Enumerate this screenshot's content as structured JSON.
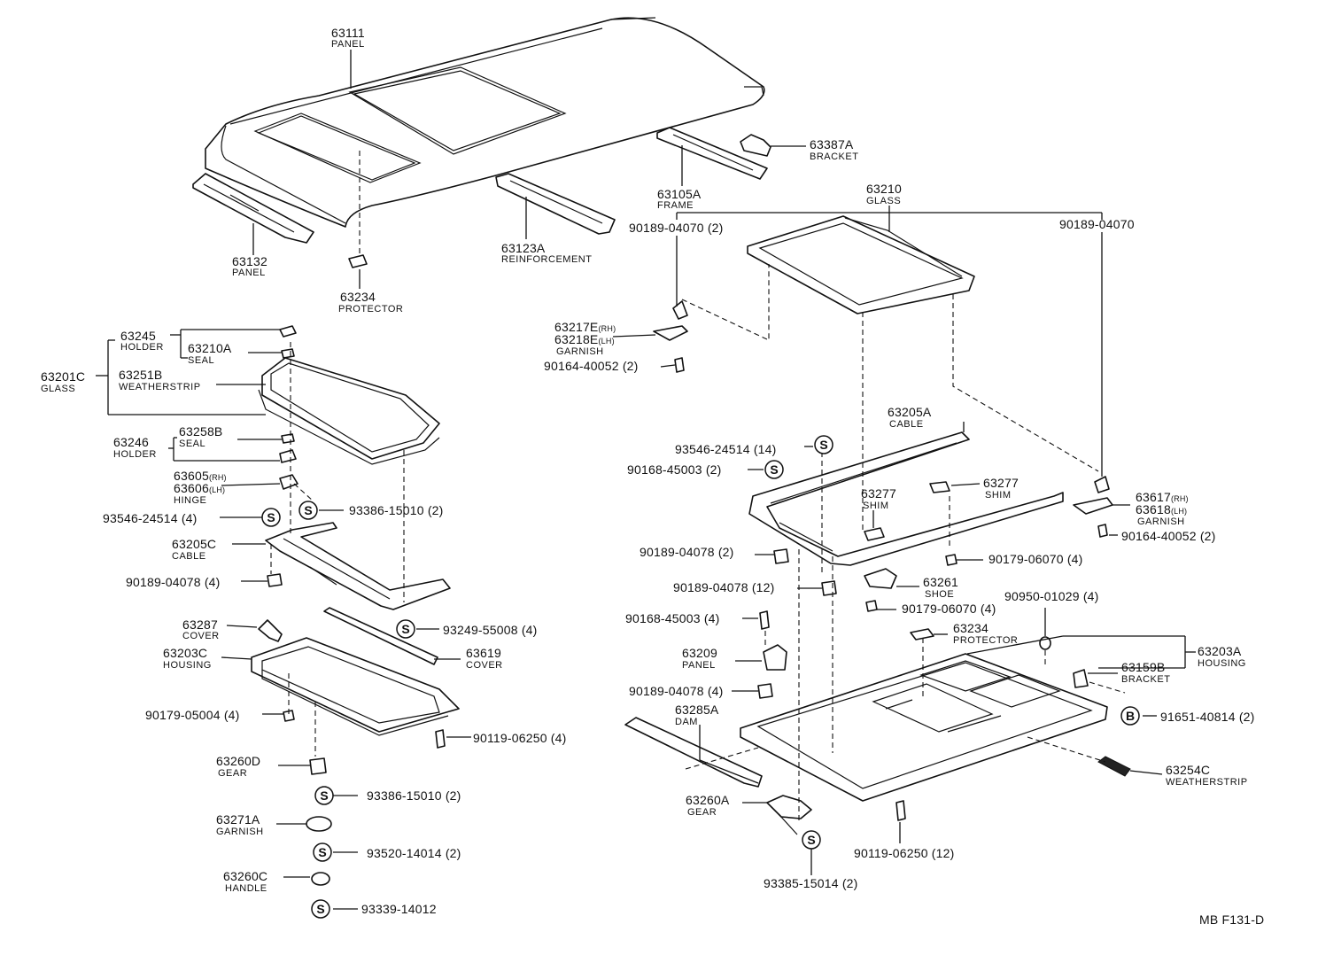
{
  "diagram_code": "MB F131-D",
  "symbols": {
    "s": "S",
    "b": "B"
  },
  "parts": {
    "p63111": {
      "num": "63111",
      "name": "PANEL"
    },
    "p63387A": {
      "num": "63387A",
      "name": "BRACKET"
    },
    "p63105A": {
      "num": "63105A",
      "name": "FRAME"
    },
    "p63132": {
      "num": "63132",
      "name": "PANEL"
    },
    "p63123A": {
      "num": "63123A",
      "name": "REINFORCEMENT"
    },
    "p63234a": {
      "num": "63234",
      "name": "PROTECTOR"
    },
    "p63210": {
      "num": "63210",
      "name": "GLASS"
    },
    "p90189_04070a": {
      "num": "90189-04070 (2)"
    },
    "p90189_04070b": {
      "num": "90189-04070"
    },
    "p63217E": {
      "num": "63217E",
      "suffix": "(RH)"
    },
    "p63218E": {
      "num": "63218E",
      "suffix": "(LH)",
      "name": "GARNISH"
    },
    "p90164_40052a": {
      "num": "90164-40052 (2)"
    },
    "p63245": {
      "num": "63245",
      "name": "HOLDER"
    },
    "p63210A": {
      "num": "63210A",
      "name": "SEAL"
    },
    "p63201C": {
      "num": "63201C",
      "name": "GLASS"
    },
    "p63251B": {
      "num": "63251B",
      "name": "WEATHERSTRIP"
    },
    "p63246": {
      "num": "63246",
      "name": "HOLDER"
    },
    "p63258B": {
      "num": "63258B",
      "name": "SEAL"
    },
    "p63605": {
      "num": "63605",
      "suffix": "(RH)"
    },
    "p63606": {
      "num": "63606",
      "suffix": "(LH)",
      "name": "HINGE"
    },
    "p93386_15010a": {
      "num": "93386-15010 (2)"
    },
    "p93546_24514a": {
      "num": "93546-24514 (4)"
    },
    "p63205C": {
      "num": "63205C",
      "name": "CABLE"
    },
    "p90189_04078a": {
      "num": "90189-04078 (4)"
    },
    "p93249": {
      "num": "93249-55008 (4)"
    },
    "p63287": {
      "num": "63287",
      "name": "COVER"
    },
    "p63619": {
      "num": "63619",
      "name": "COVER"
    },
    "p63203C": {
      "num": "63203C",
      "name": "HOUSING"
    },
    "p90179_05004": {
      "num": "90179-05004 (4)"
    },
    "p90119_06250a": {
      "num": "90119-06250 (4)"
    },
    "p63260D": {
      "num": "63260D",
      "name": "GEAR"
    },
    "p93386_15010b": {
      "num": "93386-15010 (2)"
    },
    "p63271A": {
      "num": "63271A",
      "name": "GARNISH"
    },
    "p93520": {
      "num": "93520-14014 (2)"
    },
    "p63260C": {
      "num": "63260C",
      "name": "HANDLE"
    },
    "p93339": {
      "num": "93339-14012"
    },
    "p63205A": {
      "num": "63205A",
      "name": "CABLE"
    },
    "p93546_24514b": {
      "num": "93546-24514 (14)"
    },
    "p90168_45003a": {
      "num": "90168-45003 (2)"
    },
    "p63277a": {
      "num": "63277",
      "name": "SHIM"
    },
    "p63277b": {
      "num": "63277",
      "name": "SHIM"
    },
    "p63617": {
      "num": "63617",
      "suffix": "(RH)"
    },
    "p63618": {
      "num": "63618",
      "suffix": "(LH)",
      "name": "GARNISH"
    },
    "p90164_40052b": {
      "num": "90164-40052 (2)"
    },
    "p90189_04078b": {
      "num": "90189-04078 (2)"
    },
    "p90179_06070a": {
      "num": "90179-06070 (4)"
    },
    "p90189_04078c": {
      "num": "90189-04078 (12)"
    },
    "p63261": {
      "num": "63261",
      "name": "SHOE"
    },
    "p90179_06070b": {
      "num": "90179-06070 (4)"
    },
    "p90950": {
      "num": "90950-01029 (4)"
    },
    "p90168_45003b": {
      "num": "90168-45003 (4)"
    },
    "p63234b": {
      "num": "63234",
      "name": "PROTECTOR"
    },
    "p63203A": {
      "num": "63203A",
      "name": "HOUSING"
    },
    "p63209": {
      "num": "63209",
      "name": "PANEL"
    },
    "p63159B": {
      "num": "63159B",
      "name": "BRACKET"
    },
    "p90189_04078d": {
      "num": "90189-04078 (4)"
    },
    "p91651": {
      "num": "91651-40814 (2)"
    },
    "p63285A": {
      "num": "63285A",
      "name": "DAM"
    },
    "p63254C": {
      "num": "63254C",
      "name": "WEATHERSTRIP"
    },
    "p63260A": {
      "num": "63260A",
      "name": "GEAR"
    },
    "p90119_06250b": {
      "num": "90119-06250 (12)"
    },
    "p93385": {
      "num": "93385-15014 (2)"
    }
  }
}
